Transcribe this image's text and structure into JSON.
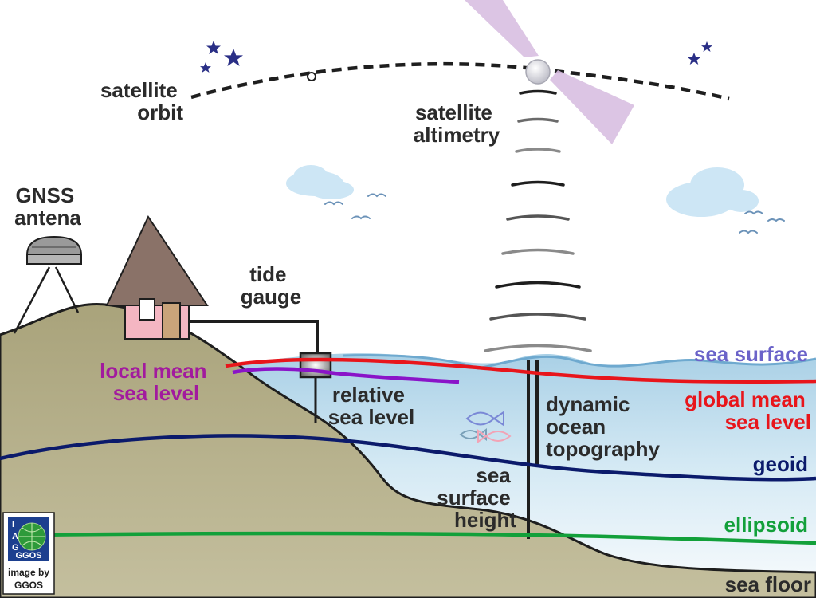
{
  "labels": {
    "satellite_orbit": [
      "satellite",
      "orbit"
    ],
    "satellite_altimetry": [
      "satellite",
      "altimetry"
    ],
    "gnss_antenna": [
      "GNSS",
      "antena"
    ],
    "tide_gauge": [
      "tide",
      "gauge"
    ],
    "local_mean_sea_level": [
      "local mean",
      "sea level"
    ],
    "relative_sea_level": [
      "relative",
      "sea level"
    ],
    "dynamic_ocean_topography": [
      "dynamic",
      "ocean",
      "topography"
    ],
    "sea_surface_height": [
      "sea",
      "surface",
      "height"
    ],
    "sea_surface": "sea surface",
    "global_mean_sea_level": [
      "global mean",
      "sea level"
    ],
    "geoid": "geoid",
    "ellipsoid": "ellipsoid",
    "sea_floor": "sea floor"
  },
  "logo": {
    "letters_top": [
      "I",
      "A",
      "G"
    ],
    "name": "GGOS",
    "credit": [
      "image by",
      "GGOS"
    ]
  },
  "colors": {
    "sea_surface_label": "#6b63c9",
    "global_mean_sea_level": "#e8151b",
    "local_mean_sea_level_label": "#a21a9e",
    "local_mean_sea_level_line": "#8a14c8",
    "geoid": "#0b1a6b",
    "ellipsoid": "#12a03a",
    "land": "#b0aa82",
    "ocean": "#cfe6f2",
    "dark_text": "#2b2b2b"
  }
}
